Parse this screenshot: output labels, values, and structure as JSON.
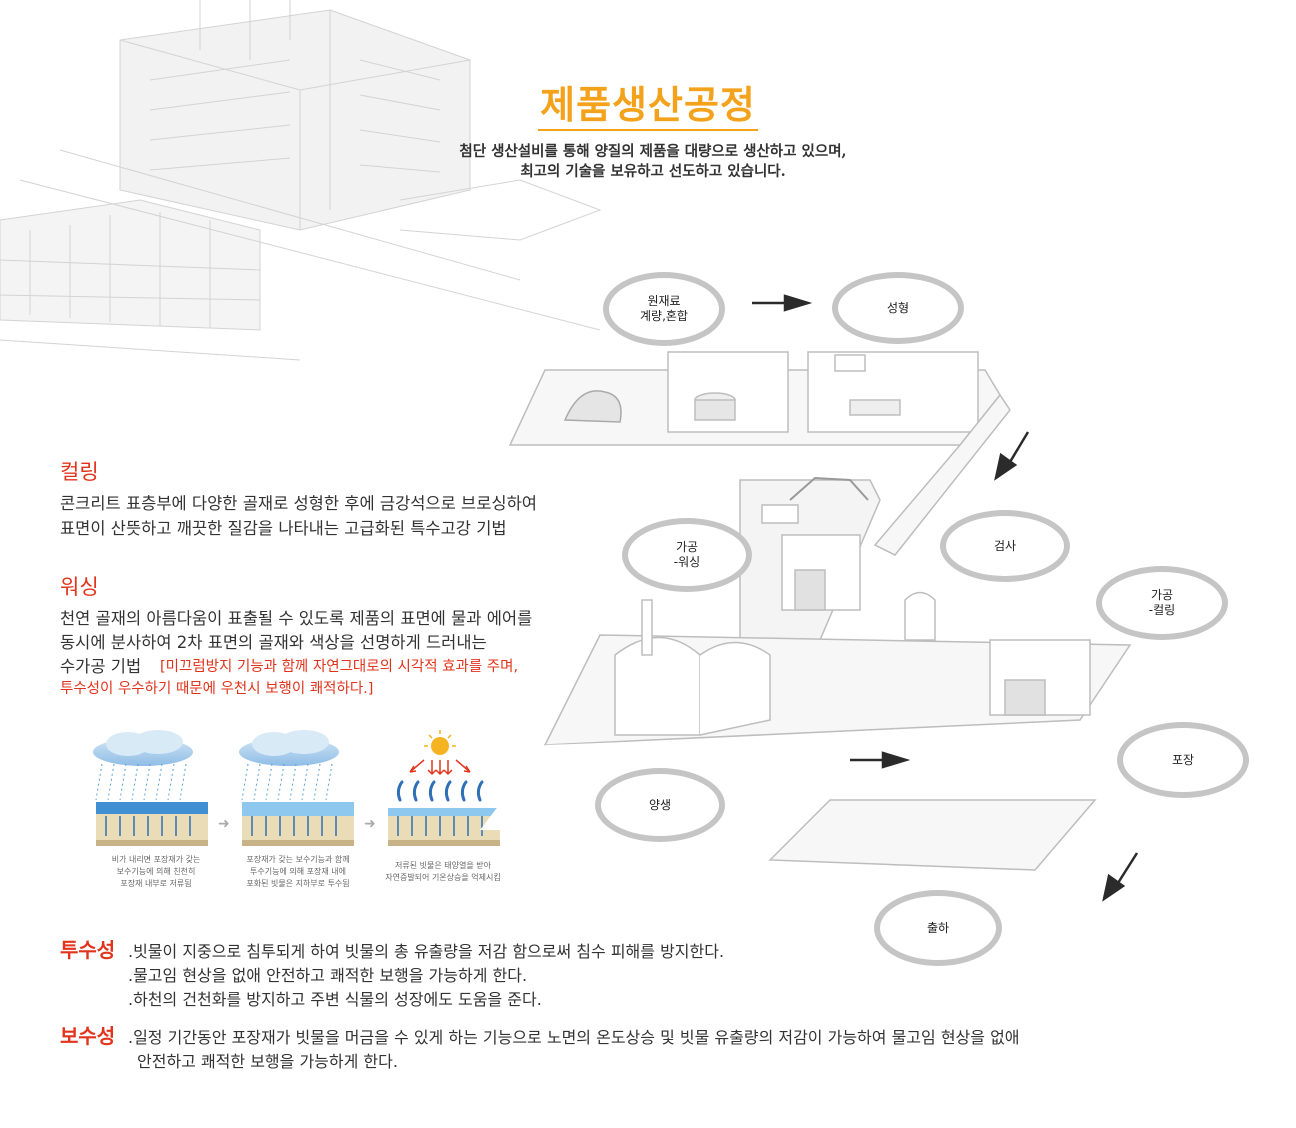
{
  "header": {
    "title": "제품생산공정",
    "subtitle_lines": [
      "첨단 생산설비를 통해 양질의 제품을 대량으로 생산하고 있으며,",
      "최고의 기술을 보유하고 선도하고 있습니다."
    ]
  },
  "curling": {
    "title": "컬링",
    "lines": [
      "콘크리트 표층부에 다양한 골재로 성형한 후에 금강석으로 브로싱하여",
      "표면이 산뜻하고 깨끗한 질감을 나타내는 고급화된 특수고강 기법"
    ]
  },
  "washing": {
    "title": "워싱",
    "lines": [
      "천연 골재의 아름다움이 표출될 수 있도록 제품의 표면에 물과 에어를",
      "동시에 분사하여 2차 표면의 골재와 색상을 선명하게 드러내는",
      "수가공 기법"
    ],
    "note_lines": [
      "[미끄럼방지 기능과 함께 자연그대로의 시각적 효과를 주며,",
      "투수성이 우수하기 때문에 우천시 보행이 쾌적하다.]"
    ]
  },
  "illustration_captions": [
    [
      "비가 내리면 포장재가 갖는",
      "보수기능에 의해 친천히",
      "포장재 내부로 저류됨"
    ],
    [
      "포장재가 갖는 보수기능과 함께",
      "투수기능에 의해 포장재 내에",
      "포화된 빗물은 지하부로 투수됨"
    ],
    [
      "저류된 빗물은 태양열을 받아",
      "자연증발되어 기온상승을 억제시킴"
    ]
  ],
  "permeability": {
    "label": "투수성",
    "lines": [
      ".빗물이 지중으로 침투되게 하여 빗물의 총 유출량을 저감 함으로써 침수 피해를 방지한다.",
      ".물고임 현상을 없애 안전하고 쾌적한 보행을 가능하게 한다.",
      ".하천의 건천화를 방지하고 주변 식물의 성장에도 도움을 준다."
    ]
  },
  "water_retention": {
    "label": "보수성",
    "lines": [
      ".일정 기간동안 포장재가 빗물을 머금을 수 있게 하는 기능으로 노면의 온도상승 및 빗물 유출량의 저감이 가능하여 물고임 현상을 없애",
      "안전하고 쾌적한 보행을 가능하게 한다."
    ]
  },
  "process_steps": [
    {
      "id": "raw",
      "lines": [
        "원재료",
        "계량,혼합"
      ]
    },
    {
      "id": "mold",
      "lines": [
        "성형"
      ]
    },
    {
      "id": "inspect",
      "lines": [
        "검사"
      ]
    },
    {
      "id": "washing",
      "lines": [
        "가공",
        "-워싱"
      ]
    },
    {
      "id": "curling",
      "lines": [
        "가공",
        "-컬링"
      ]
    },
    {
      "id": "pack",
      "lines": [
        "포장"
      ]
    },
    {
      "id": "cure",
      "lines": [
        "양생"
      ]
    },
    {
      "id": "ship",
      "lines": [
        "출하"
      ]
    }
  ],
  "colors": {
    "title": "#f4a21b",
    "accent_red": "#e2341c",
    "oval_border": "#c5c5c5",
    "rain_blue": "#5aa0d8",
    "sun": "#f6b321"
  }
}
